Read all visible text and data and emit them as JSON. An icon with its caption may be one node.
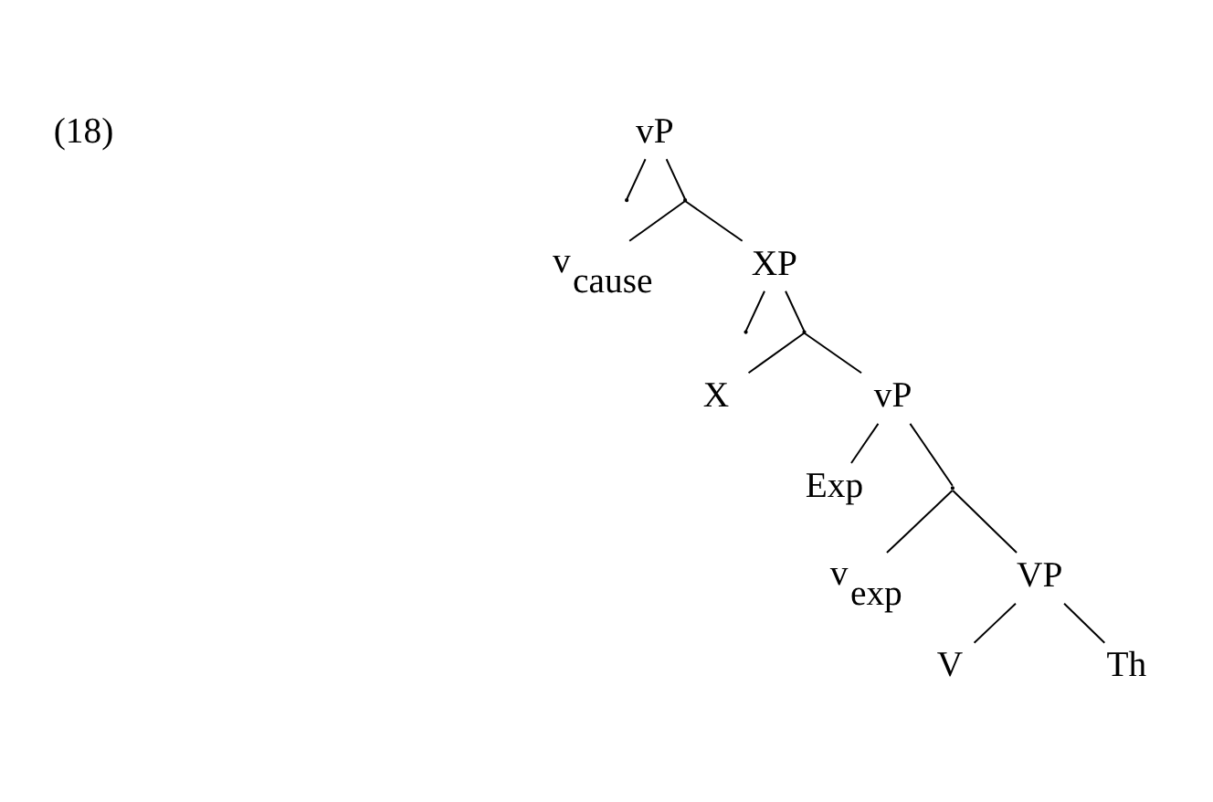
{
  "diagram": {
    "nodes": [
      {
        "text": [
          "vP"
        ]
      },
      {
        "text": [],
        "shape": "point"
      },
      {
        "text": [],
        "shape": "point"
      },
      {
        "text": [
          "v$_{cause}$"
        ]
      },
      {
        "text": [
          "XP"
        ]
      },
      {
        "text": [],
        "shape": "point"
      },
      {
        "text": [],
        "shape": "point"
      },
      {
        "text": [
          "X"
        ]
      },
      {
        "text": [
          "vP"
        ]
      },
      {
        "text": [
          "Exp"
        ]
      },
      {
        "text": [],
        "shape": "point"
      },
      {
        "text": [
          "v$_{exp}$"
        ]
      },
      {
        "text": [
          "VP"
        ]
      },
      {
        "text": [
          "V"
        ]
      },
      {
        "text": [
          "Th"
        ]
      }
    ],
    "edges": [
      {
        "from": 0,
        "to": 1,
        "arrow": "none"
      },
      {
        "from": 0,
        "to": 2,
        "arrow": "none"
      },
      {
        "from": 2,
        "to": 3,
        "arrow": "none"
      },
      {
        "from": 2,
        "to": 4,
        "arrow": "none"
      },
      {
        "from": 4,
        "to": 5,
        "arrow": "none"
      },
      {
        "from": 4,
        "to": 6,
        "arrow": "none"
      },
      {
        "from": 6,
        "to": 7,
        "arrow": "none"
      },
      {
        "from": 6,
        "to": 8,
        "arrow": "none"
      },
      {
        "from": 8,
        "to": 9,
        "arrow": "none"
      },
      {
        "from": 8,
        "to": 10,
        "arrow": "none"
      },
      {
        "from": 10,
        "to": 11,
        "arrow": "none"
      },
      {
        "from": 10,
        "to": 12,
        "arrow": "none"
      },
      {
        "from": 12,
        "to": 13,
        "arrow": "none"
      },
      {
        "from": 12,
        "to": 14,
        "arrow": "none"
      }
    ],
    "labels": [
      "(18)"
    ]
  }
}
